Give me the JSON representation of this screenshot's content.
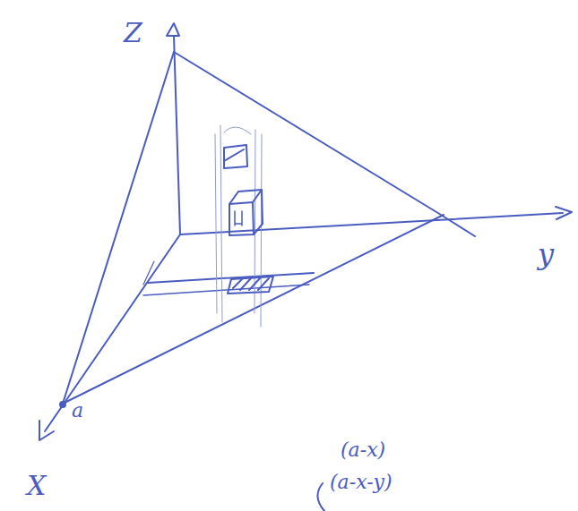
{
  "diagram": {
    "labels": [
      "Z",
      "y",
      "X",
      "a",
      "(a-x)",
      "(a-x-y)"
    ]
  }
}
